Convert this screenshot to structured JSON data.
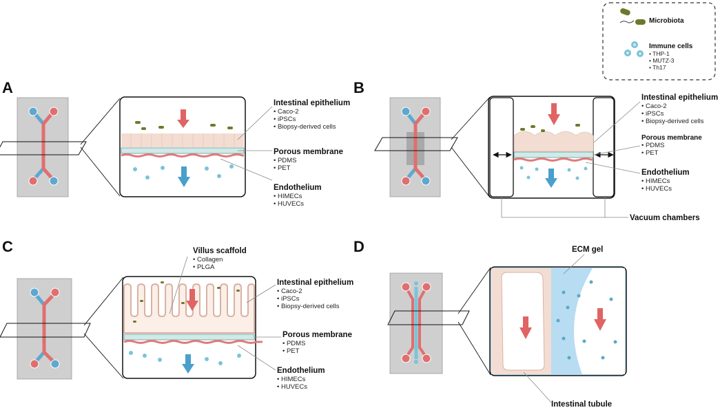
{
  "panels": {
    "A": {
      "letter": "A",
      "epithelium": {
        "title": "Intestinal epithelium",
        "items": [
          "• Caco-2",
          "• iPSCs",
          "• Biopsy-derived cells"
        ]
      },
      "membrane": {
        "title": "Porous membrane",
        "items": [
          "• PDMS",
          "• PET"
        ]
      },
      "endothelium": {
        "title": "Endothelium",
        "items": [
          "• HIMECs",
          "• HUVECs"
        ]
      }
    },
    "B": {
      "letter": "B",
      "epithelium": {
        "title": "Intestinal epithelium",
        "items": [
          "• Caco-2",
          "• iPSCs",
          "• Biopsy-derived cells"
        ]
      },
      "membrane": {
        "title": "Porous membrane",
        "items": [
          "• PDMS",
          "• PET"
        ]
      },
      "endothelium": {
        "title": "Endothelium",
        "items": [
          "• HIMECs",
          "• HUVECs"
        ]
      },
      "vacuum": "Vacuum chambers"
    },
    "C": {
      "letter": "C",
      "scaffold": {
        "title": "Villus scaffold",
        "items": [
          "• Collagen",
          "• PLGA"
        ]
      },
      "epithelium": {
        "title": "Intestinal epithelium",
        "items": [
          "• Caco-2",
          "• iPSCs",
          "• Biopsy-derived cells"
        ]
      },
      "membrane": {
        "title": "Porous membrane",
        "items": [
          "• PDMS",
          "• PET"
        ]
      },
      "endothelium": {
        "title": "Endothelium",
        "items": [
          "• HIMECs",
          "• HUVECs"
        ]
      }
    },
    "D": {
      "letter": "D",
      "ecm": "ECM gel",
      "tubule": "Intestinal tubule"
    }
  },
  "legend": {
    "microbiota": "Microbiota",
    "immune": {
      "title": "Immune cells",
      "items": [
        "• THP-1",
        "• MUTZ-3",
        "• Th17"
      ]
    }
  },
  "colors": {
    "chip_gray": "#cfcfcf",
    "channel_red": "#e06f6f",
    "channel_blue": "#5ea8cf",
    "arrow_red": "#e06464",
    "arrow_blue": "#4a9fcc",
    "epithelium_fill": "#f3ddd2",
    "membrane_fill": "#cfeae8",
    "endothelium_red": "#e07a7a",
    "bacteria_green": "#6b7a2a",
    "immune_blue": "#7cc3d8",
    "ecm_blue": "#b8dcf2"
  }
}
